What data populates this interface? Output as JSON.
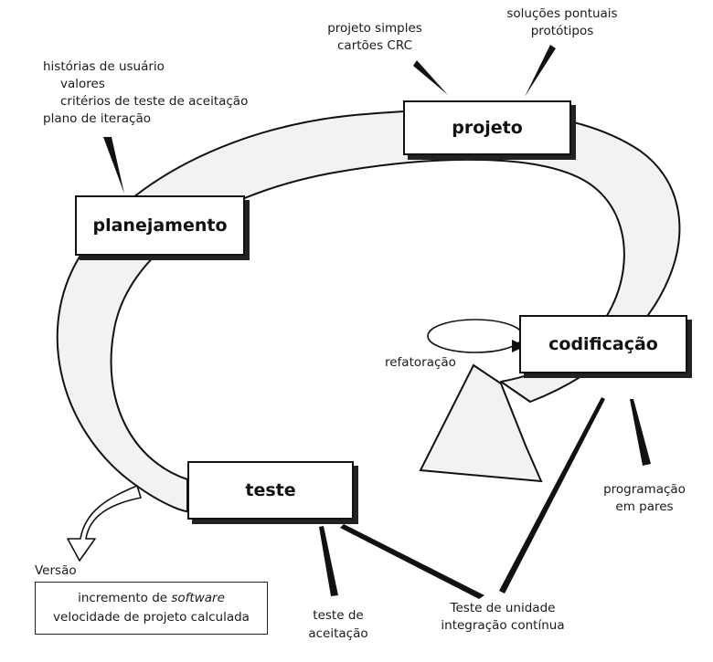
{
  "phases": {
    "planejamento": "planejamento",
    "projeto": "projeto",
    "codificacao": "codificação",
    "teste": "teste"
  },
  "planning_notes": {
    "line1": "histórias de usuário",
    "line2": "valores",
    "line3": "critérios de teste de aceitação",
    "line4": "plano de iteração"
  },
  "design_notes_left": {
    "line1": "projeto simples",
    "line2": "cartões CRC"
  },
  "design_notes_right": {
    "line1": "soluções pontuais",
    "line2": "protótipos"
  },
  "refactoring_label": "refatoração",
  "pair_programming": {
    "line1": "programação",
    "line2": "em pares"
  },
  "unit_test": {
    "line1": "Teste de unidade",
    "line2": "integração contínua"
  },
  "acceptance_test": {
    "line1": "teste de",
    "line2": "aceitação"
  },
  "release": {
    "label": "Versão",
    "line1_prefix": "incremento de ",
    "line1_italic": "software",
    "line2": "velocidade de projeto calculada"
  },
  "colors": {
    "ring_fill": "#f2f2f2",
    "stroke": "#111111",
    "shadow": "#222222"
  }
}
